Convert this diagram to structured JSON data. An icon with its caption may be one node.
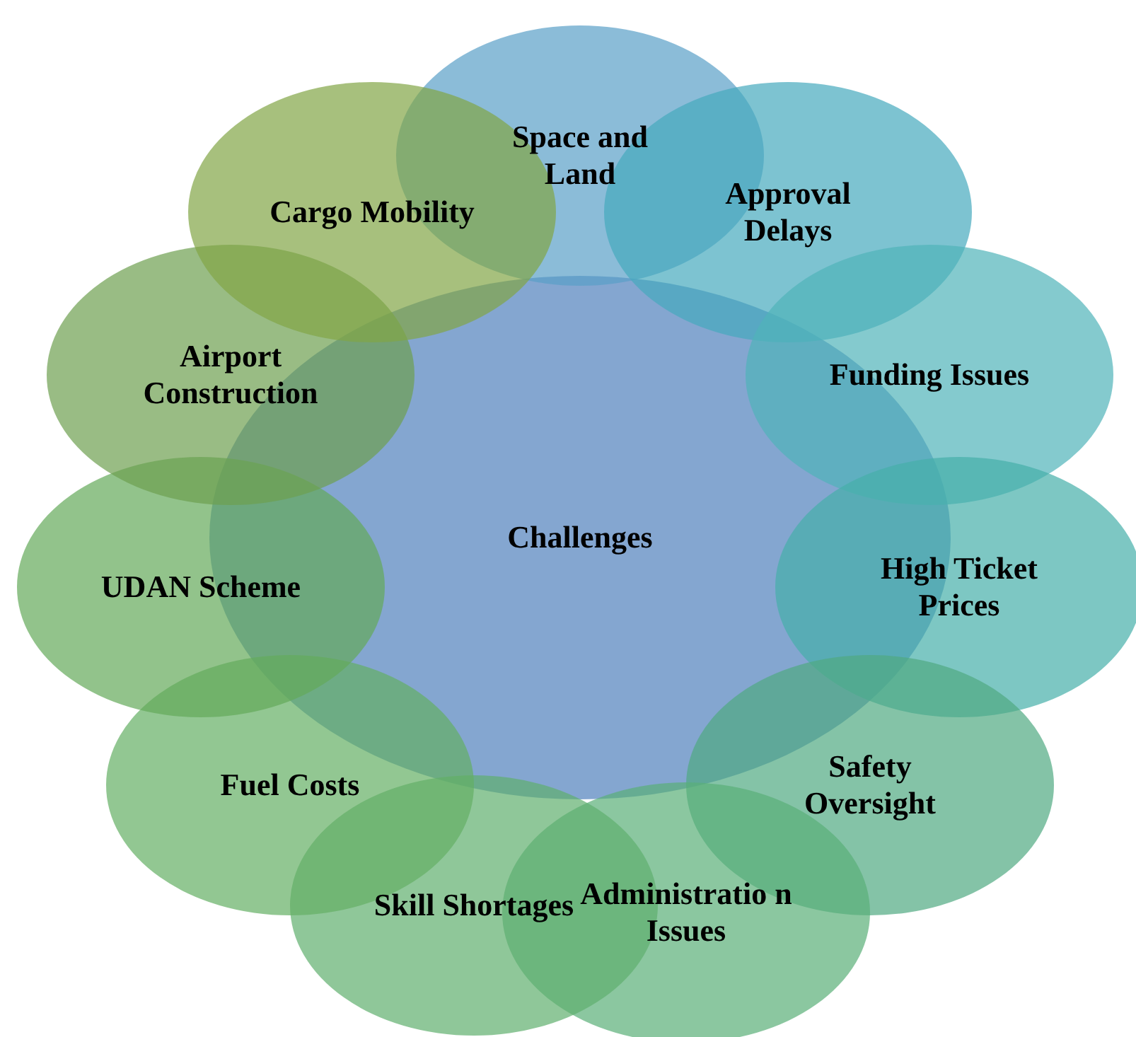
{
  "diagram": {
    "nodes": [
      {
        "text": [
          "Challenges"
        ]
      },
      {
        "text": [
          "Space and Land"
        ]
      },
      {
        "text": [
          "Approval Delays"
        ]
      },
      {
        "text": [
          "Funding Issues"
        ]
      },
      {
        "text": [
          "High Ticket Prices"
        ]
      },
      {
        "text": [
          "Safety Oversight"
        ]
      },
      {
        "text": [
          "Administratio n Issues"
        ]
      },
      {
        "text": [
          "Skill Shortages"
        ]
      },
      {
        "text": [
          "Fuel Costs"
        ]
      },
      {
        "text": [
          "UDAN Scheme"
        ]
      },
      {
        "text": [
          "Airport Construction"
        ]
      },
      {
        "text": [
          "Cargo Mobility"
        ]
      }
    ]
  }
}
